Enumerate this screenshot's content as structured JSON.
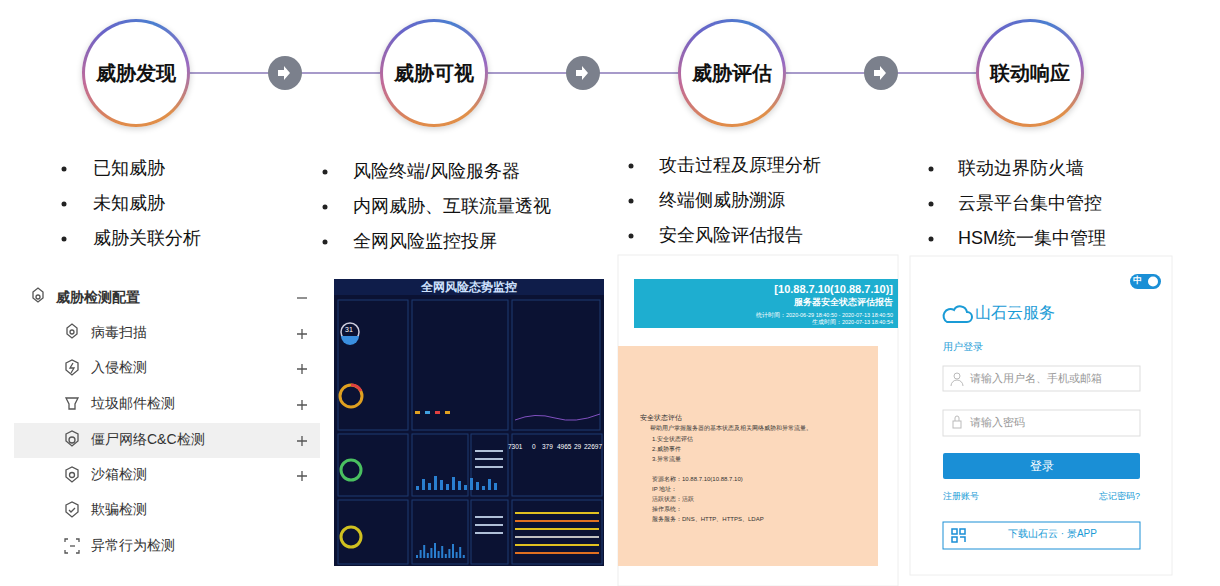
{
  "diagram": {
    "nodes": [
      {
        "text": [
          "威胁发现"
        ]
      },
      {
        "text": [
          "威胁可视"
        ]
      },
      {
        "text": [
          "威胁评估"
        ]
      },
      {
        "text": [
          "联动响应"
        ]
      }
    ],
    "edges": [
      {
        "from": 0,
        "to": 1,
        "arrow": "to"
      },
      {
        "from": 1,
        "to": 2,
        "arrow": "to"
      },
      {
        "from": 2,
        "to": 3,
        "arrow": "to"
      }
    ],
    "labels": [
      "已知威胁",
      "未知威胁",
      "威胁关联分析",
      "风险终端/风险服务器",
      "内网威胁、互联流量透视",
      "全网风险监控投屏",
      "攻击过程及原理分析",
      "终端侧威胁溯源",
      "安全风险评估报告",
      "联动边界防火墙",
      "云景平台集中管控",
      "HSM统一集中管理",
      "威胁检测配置",
      "病毒扫描",
      "入侵检测",
      "垃圾邮件检测",
      "僵尸网络C&C检测",
      "沙箱检测",
      "欺骗检测",
      "异常行为检测",
      "全网风险态势监控",
      "31",
      "7301",
      "0",
      "379",
      "4965",
      "29",
      "22697",
      "[10.88.7.10(10.88.7.10)]",
      "服务器安全状态评估报告",
      "统计时间：2020-06-29 18:40:50 - 2020-07-13 18:40:50",
      "生成时间：2020-07-13 18:40:54",
      "安全状态评估",
      "帮助用户掌握服务器的基本状态及相关网络威胁和异常流量。",
      "1.安全状态评估",
      "2.威胁事件",
      "3.异常流量",
      "资源名称：10.88.7.10(10.88.7.10)",
      "IP 地址：",
      "活跃状态：活跃",
      "操作系统：",
      "服务服务：DNS、HTTP、HTTPS、LDAP",
      "中",
      "山石云服务",
      "用户登录",
      "请输入用户名、手机或邮箱",
      "请输入密码",
      "登录",
      "注册账号",
      "忘记密码?",
      "下载山石云 · 景APP"
    ]
  }
}
